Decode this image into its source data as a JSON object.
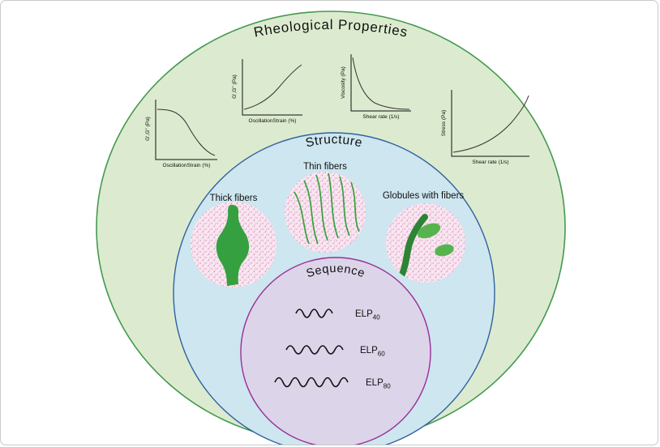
{
  "figure": {
    "outer_label": "Rheological Properties",
    "middle_label": "Structure",
    "inner_label": "Sequence"
  },
  "charts": [
    {
      "ylabel": "G',G'' (Pa)",
      "xlabel": "OscillationStrain (%)",
      "trend": "flat then decreasing"
    },
    {
      "ylabel": "G',G'' (Pa)",
      "xlabel": "OscillationStrain (%)",
      "trend": "increasing"
    },
    {
      "ylabel": "Viscosity (Pa)",
      "xlabel": "Shear rate (1/s)",
      "trend": "decreasing"
    },
    {
      "ylabel": "Stress (Pa)",
      "xlabel": "Shear rate (1/s)",
      "trend": "increasing concave up"
    }
  ],
  "structures": [
    {
      "label": "Thick fibers"
    },
    {
      "label": "Thin fibers"
    },
    {
      "label": "Globules with fibers"
    }
  ],
  "sequences": [
    {
      "label": "ELP",
      "sub": "40"
    },
    {
      "label": "ELP",
      "sub": "60"
    },
    {
      "label": "ELP",
      "sub": "80"
    }
  ],
  "colors": {
    "outer_fill": "#dcebcf",
    "outer_stroke": "#44994f",
    "structure_fill": "#cde6ef",
    "structure_stroke": "#31619f",
    "sequence_fill": "#dcd4e8",
    "sequence_stroke": "#9b2f97",
    "micrograph_pink": "#f8e7f1",
    "micrograph_speckle": "#e49fc6",
    "fiber_green": "#35a03f",
    "fiber_green_dark": "#2c8434"
  }
}
